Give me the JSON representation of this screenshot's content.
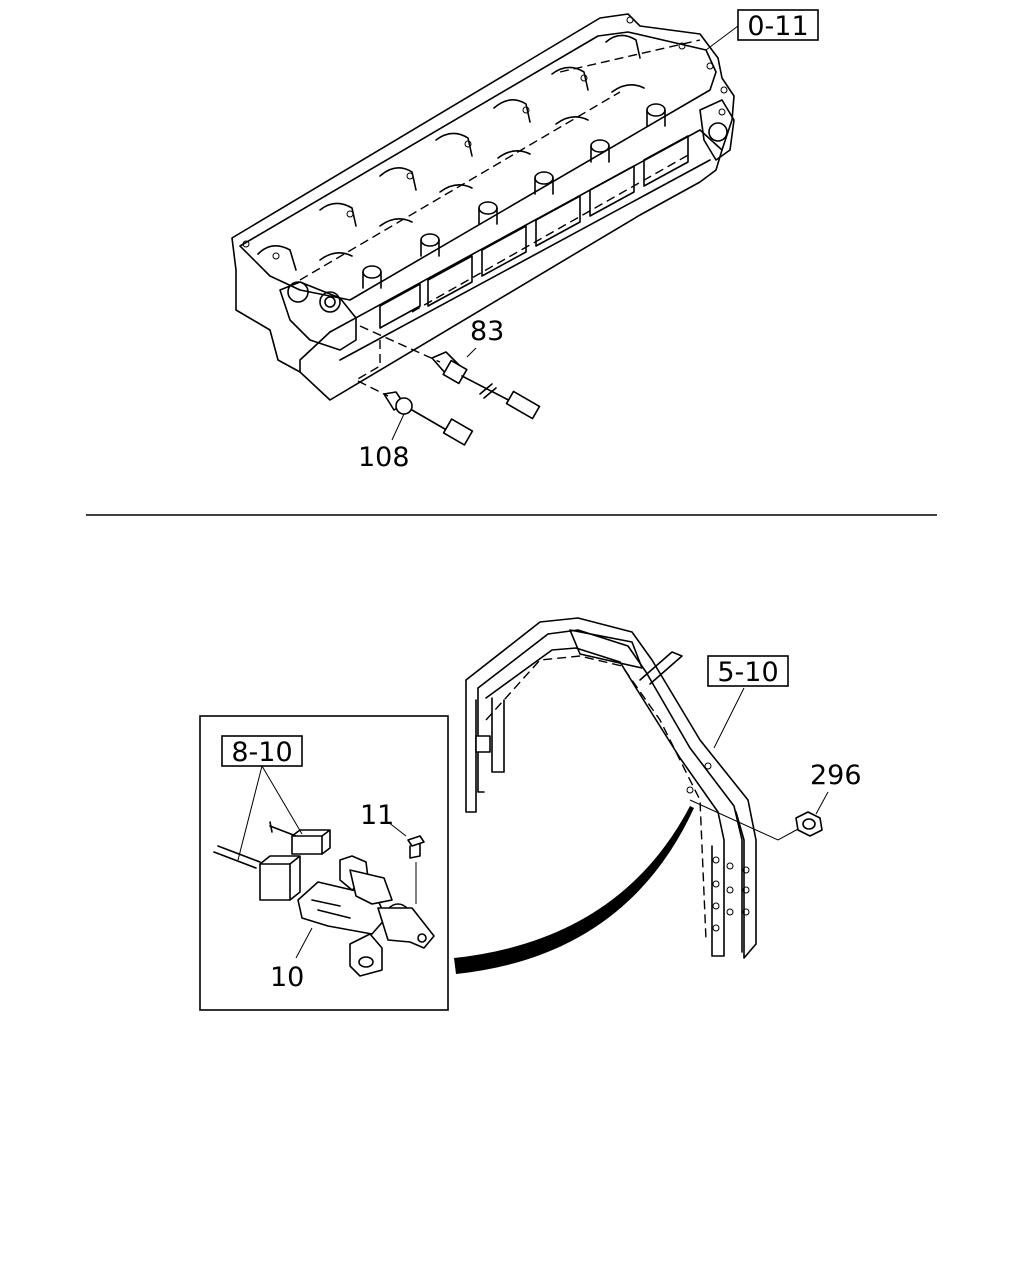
{
  "diagram": {
    "refs": {
      "head": "0-11",
      "frame": "5-10",
      "harness": "8-10"
    },
    "parts": {
      "p83": "83",
      "p108": "108",
      "p296": "296",
      "p11": "11",
      "p10": "10"
    }
  }
}
